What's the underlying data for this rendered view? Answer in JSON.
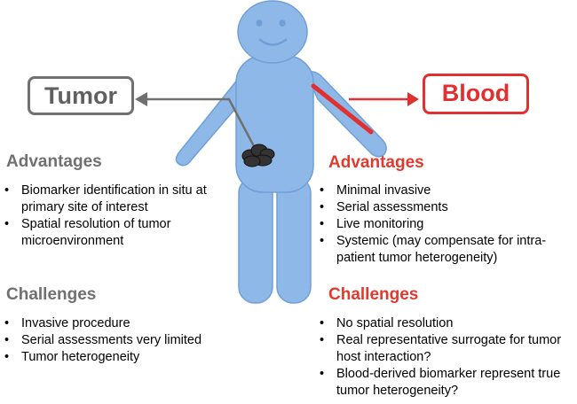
{
  "labels": {
    "tumor": "Tumor",
    "blood": "Blood"
  },
  "tumor": {
    "advantages_heading": "Advantages",
    "advantages": [
      "Biomarker identification in situ at primary site of interest",
      "Spatial resolution of tumor microenvironment"
    ],
    "challenges_heading": "Challenges",
    "challenges": [
      "Invasive procedure",
      "Serial assessments very limited",
      "Tumor heterogeneity"
    ]
  },
  "blood": {
    "advantages_heading": "Advantages",
    "advantages": [
      "Minimal invasive",
      "Serial assessments",
      "Live monitoring",
      "Systemic (may compensate for intra-patient tumor heterogeneity)"
    ],
    "challenges_heading": "Challenges",
    "challenges": [
      "No spatial resolution",
      "Real representative surrogate for tumor host interaction?",
      "Blood-derived biomarker represent true tumor heterogeneity?"
    ]
  },
  "colors": {
    "figure_fill": "#8db8e8",
    "figure_stroke": "#6f9fd6",
    "tumor_gray": "#707070",
    "blood_red": "#e03a2e",
    "tumor_mass": "#333333"
  }
}
